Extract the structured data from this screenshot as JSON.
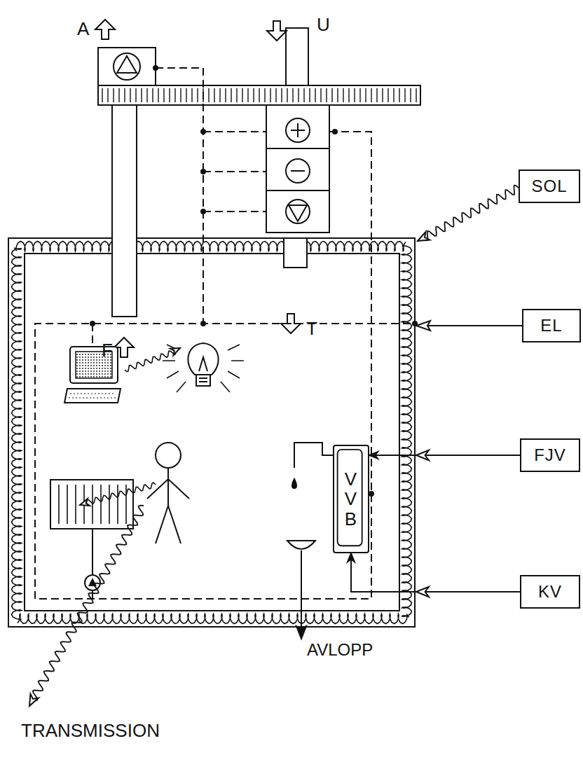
{
  "diagram": {
    "nodes": [
      {
        "text": [
          "SOL"
        ]
      },
      {
        "text": [
          "EL"
        ]
      },
      {
        "text": [
          "FJV"
        ]
      },
      {
        "text": [
          "KV"
        ]
      },
      {
        "text": [
          "V V B"
        ]
      }
    ],
    "edges": [
      {
        "from": 2,
        "to": 4,
        "arrow": "to"
      },
      {
        "from": 3,
        "to": 4,
        "arrow": "to"
      }
    ],
    "labels": [
      "A",
      "U",
      "F",
      "T",
      "AVLOPP",
      "TRANSMISSION"
    ]
  }
}
